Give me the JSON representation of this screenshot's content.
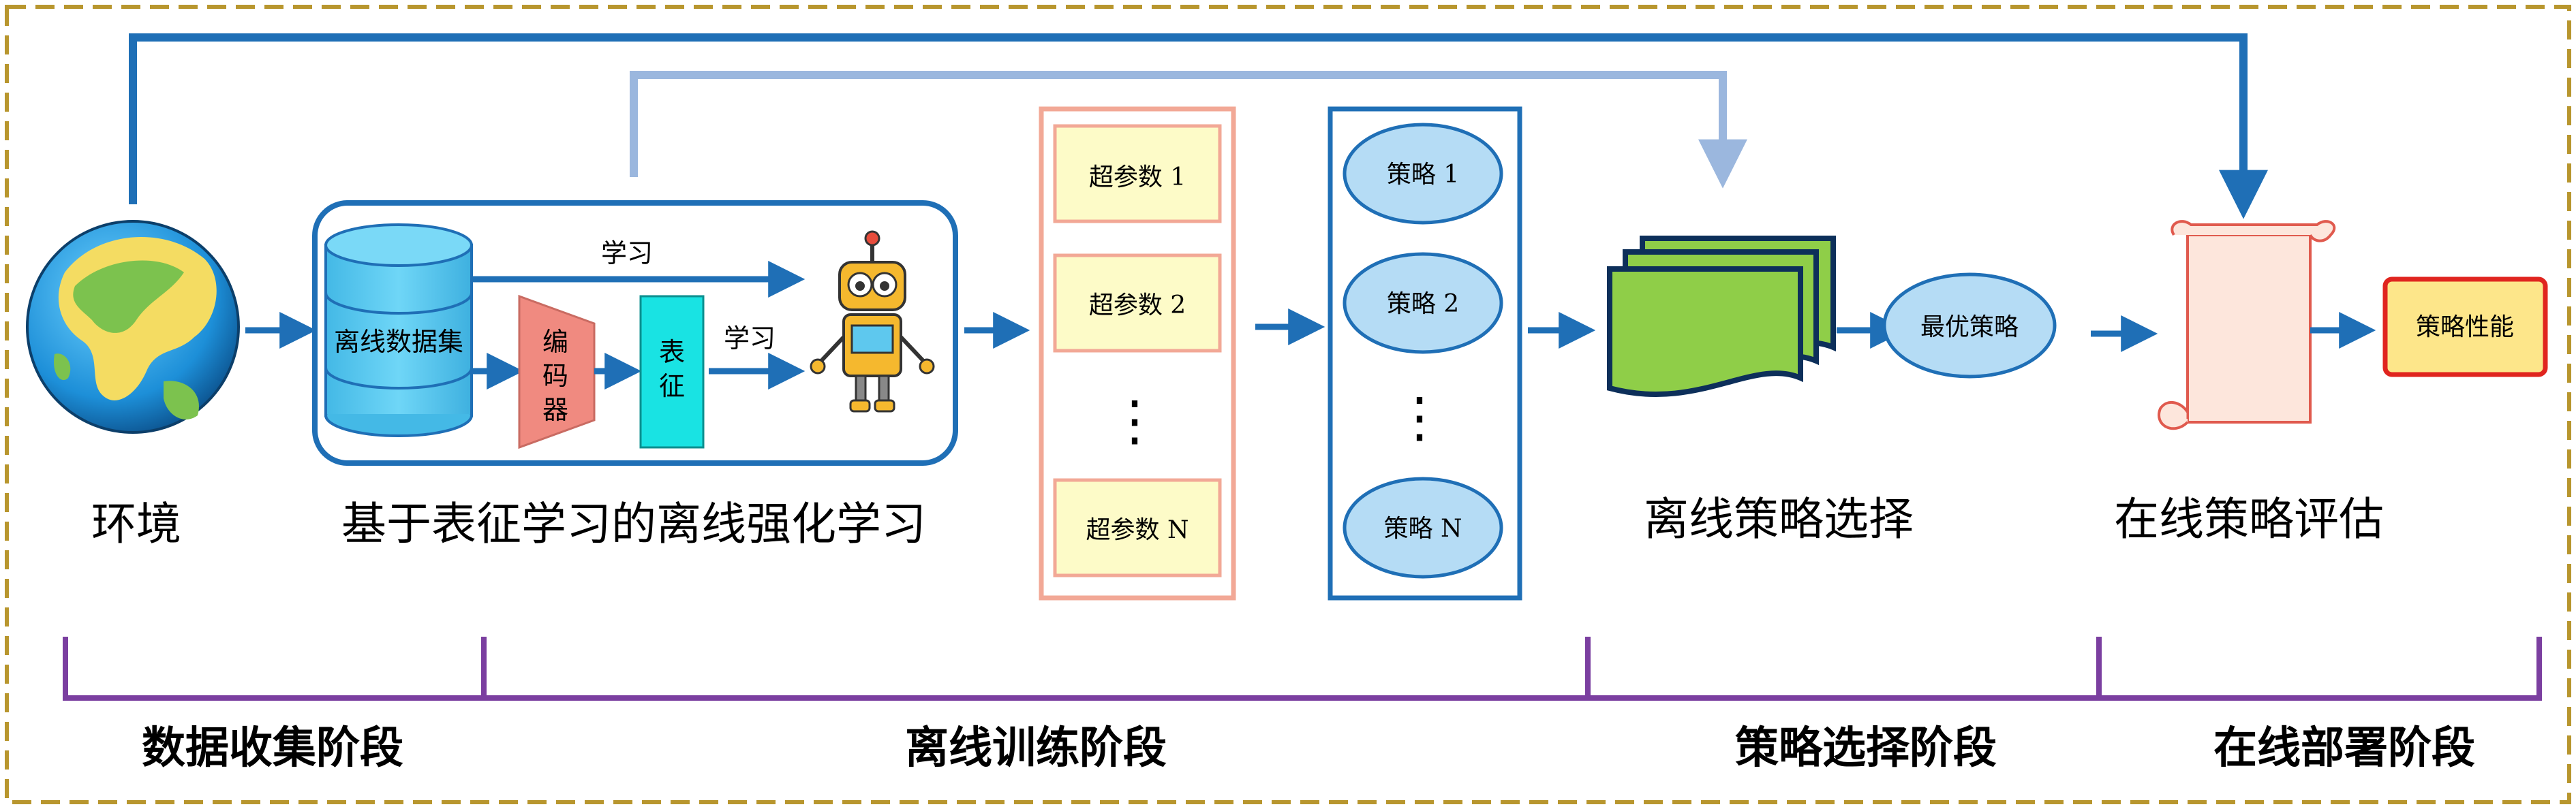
{
  "diagram": {
    "labels": {
      "environment": "环境",
      "offline_rl": "基于表征学习的离线强化学习",
      "policy_selection": "离线策略选择",
      "online_evaluation": "在线策略评估"
    },
    "rl_box": {
      "dataset": "离线数据集",
      "learn_top": "学习",
      "learn_right": "学习",
      "encoder": [
        "编",
        "码",
        "器"
      ],
      "representation": [
        "表",
        "征"
      ]
    },
    "hyperparams": [
      "超参数 1",
      "超参数 2",
      "超参数 N"
    ],
    "policies": [
      "策略 1",
      "策略 2",
      "策略 N"
    ],
    "ellipsis": "⋮",
    "best_policy": "最优策略",
    "performance": "策略性能",
    "phases": [
      "数据收集阶段",
      "离线训练阶段",
      "策略选择阶段",
      "在线部署阶段"
    ],
    "colors": {
      "border": "#b8962e",
      "arrow": "#1f6fb6",
      "arrow_light": "#9bb7de",
      "phase_bracket": "#7b3fa0",
      "dataset": "#5bc8f0",
      "encoder": "#f08a80",
      "representation": "#19e3e3",
      "hyper_fill": "#fdfbc8",
      "hyper_border": "#f2a896",
      "policy_fill": "#b5dcf5",
      "docs_fill": "#8fce48",
      "perf_fill": "#fde68a",
      "perf_border": "#e0251f"
    },
    "icons": [
      "globe-icon",
      "database-icon",
      "robot-icon",
      "documents-icon",
      "scroll-icon"
    ]
  }
}
